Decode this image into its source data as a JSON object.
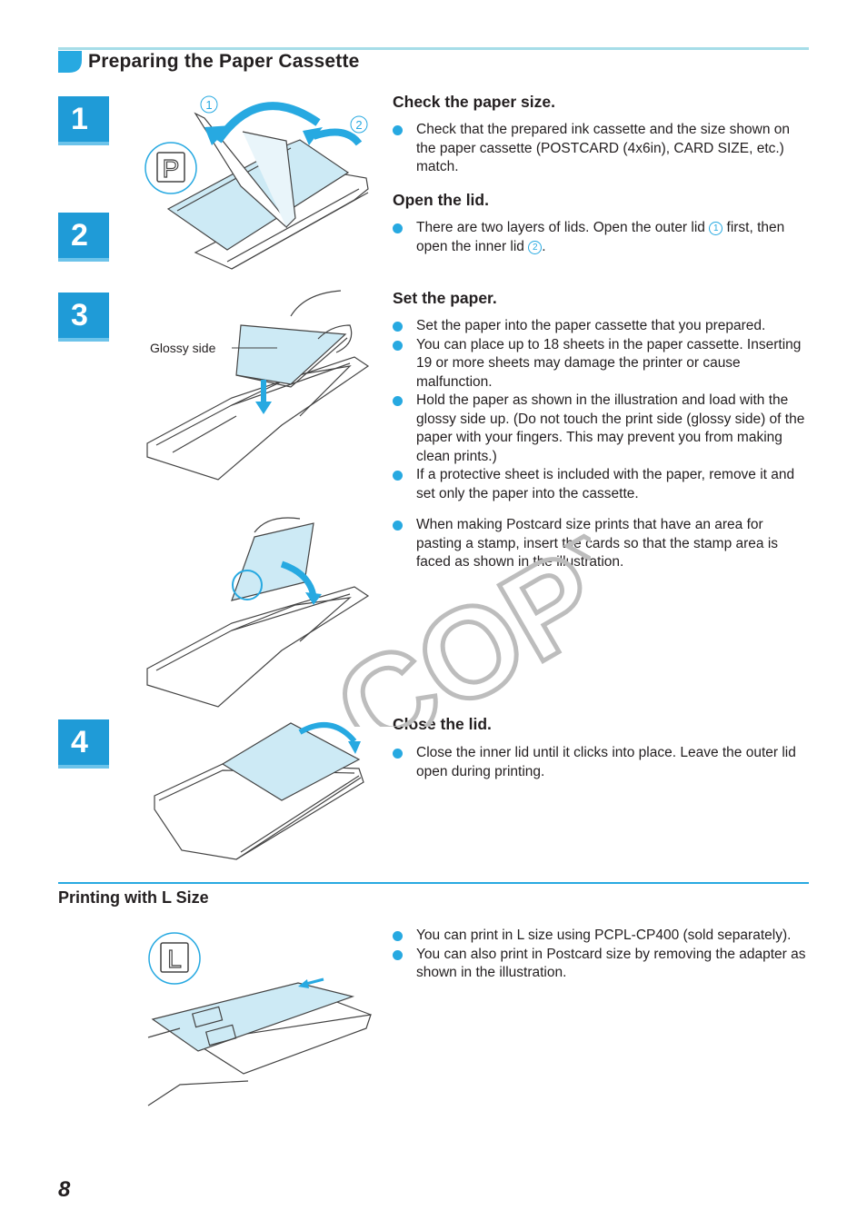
{
  "section": {
    "title": "Preparing the Paper Cassette"
  },
  "steps": [
    {
      "number": "1",
      "heading": "Check the paper size.",
      "bullets": [
        "Check that the prepared ink cassette and the size shown on the paper cassette (POSTCARD (4x6in), CARD SIZE, etc.) match."
      ]
    },
    {
      "number": "2",
      "heading": "Open the lid.",
      "bullet_parts": [
        "There are two layers of lids. Open the outer lid ",
        "1",
        " first, then open the inner lid ",
        "2",
        "."
      ]
    },
    {
      "number": "3",
      "heading": "Set the paper.",
      "bullets": [
        "Set the paper into the paper cassette that you prepared.",
        "You can place up to 18 sheets in the paper cassette. Inserting 19 or more sheets may damage the printer or cause malfunction.",
        "Hold the paper as shown in the illustration and load with the glossy side up. (Do not touch the print side (glossy side) of the paper with your fingers. This may prevent you from making clean prints.)",
        "If a protective sheet is included with the paper, remove it and set only the paper into the cassette."
      ],
      "extra_bullets": [
        "When making Postcard size prints that have an area for pasting a stamp, insert the cards so that the stamp area is faced as shown in the illustration."
      ]
    },
    {
      "number": "4",
      "heading": "Close the lid.",
      "bullets": [
        "Close the inner lid until it clicks into place. Leave the outer lid open during printing."
      ]
    }
  ],
  "illustrations": {
    "step1_callout_1": "1",
    "step1_callout_2": "2",
    "step1_badge": "P",
    "glossy_label": "Glossy side",
    "lsize_badge": "L"
  },
  "l_size": {
    "heading": "Printing with L Size",
    "bullets": [
      "You can print in L size using PCPL-CP400 (sold separately).",
      "You can also print in Postcard size by removing the adapter as shown in the illustration."
    ]
  },
  "watermark": "COPY",
  "page_number": "8",
  "colors": {
    "accent": "#27a9e1",
    "light_accent": "#a6dde8",
    "tab_blue": "#1f9bd7",
    "paper_tint": "#cdeaf5"
  }
}
